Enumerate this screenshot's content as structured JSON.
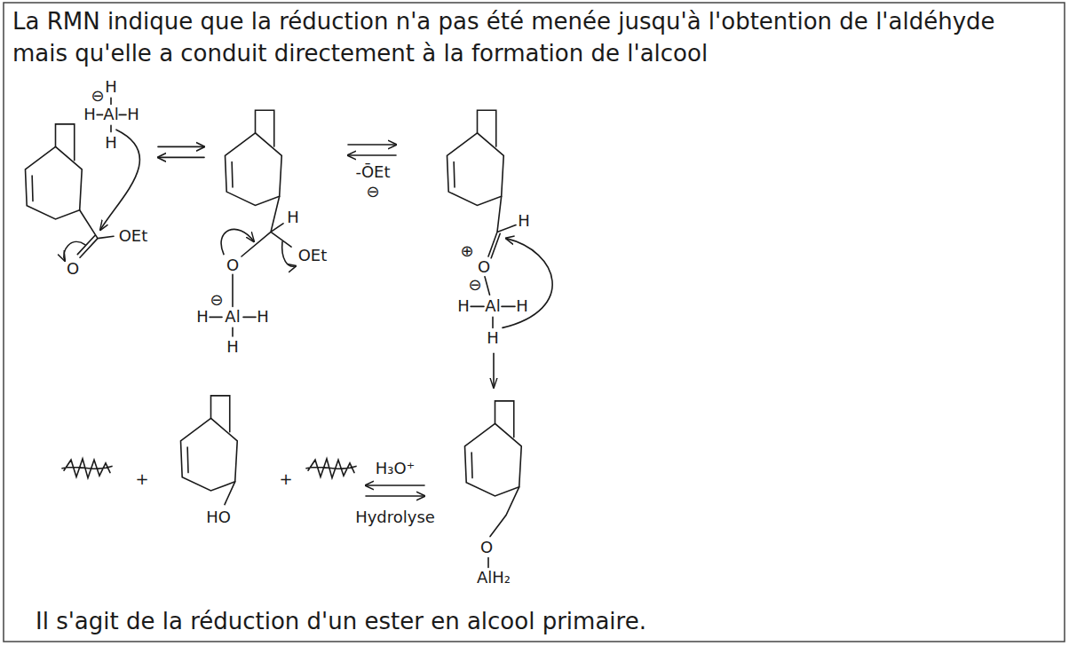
{
  "diagram": {
    "labels": [
      "La RMN indique que la réduction n'a pas été menée jusqu'à l'obtention de l'aldéhyde mais qu'elle a conduit directement à la formation de l'alcool",
      "H",
      "⊖",
      "H",
      "Al",
      "H",
      "H",
      "OEt",
      "O",
      "H",
      "OEt",
      "O",
      "⊖",
      "H",
      "Al",
      "H",
      "H",
      "-ŌEt",
      "⊖",
      "H",
      "⊕",
      "O",
      "⊖",
      "H",
      "Al",
      "H",
      "H",
      "+",
      "HO",
      "+",
      "H₃O⁺",
      "Hydrolyse",
      "O",
      "AlH₂",
      "Il s'agit de la réduction d'un ester en alcool primaire."
    ]
  }
}
